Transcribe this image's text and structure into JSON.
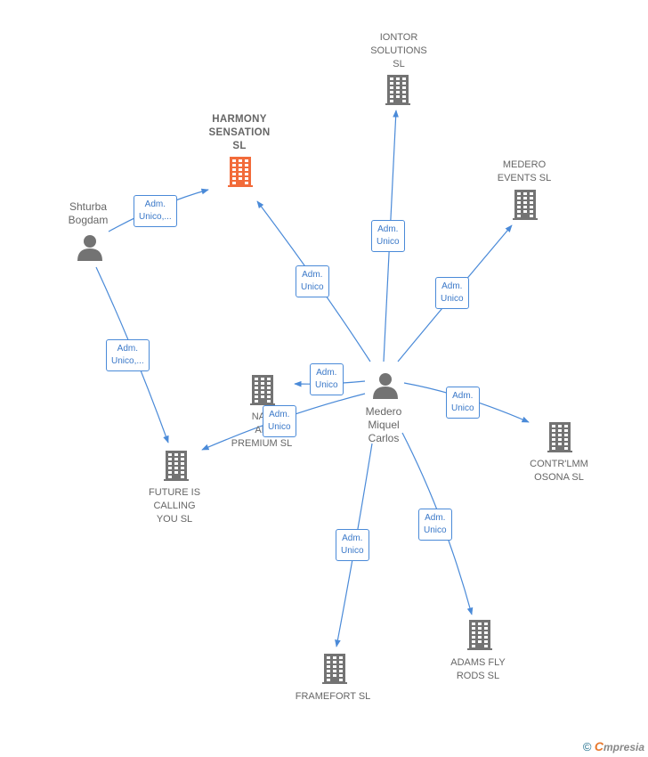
{
  "colors": {
    "edge": "#4a8ad8",
    "building": "#737373",
    "building_highlight": "#f26b3a",
    "person": "#737373"
  },
  "nodes": {
    "iontor": {
      "label": "IONTOR\nSOLUTIONS\nSL",
      "icon": "building-icon"
    },
    "harmony": {
      "label": "HARMONY\nSENSATION\nSL",
      "icon": "building-icon"
    },
    "medero_events": {
      "label": "MEDERO\nEVENTS  SL",
      "icon": "building-icon"
    },
    "shturba": {
      "label": "Shturba\nBogdam",
      "icon": "person-icon"
    },
    "nas": {
      "label": "NAS\nAR\nPREMIUM  SL",
      "icon": "building-icon"
    },
    "medero_miquel": {
      "label": "Medero\nMiquel\nCarlos",
      "icon": "person-icon"
    },
    "contrlmm": {
      "label": "CONTR'LMM\nOSONA  SL",
      "icon": "building-icon"
    },
    "future": {
      "label": "FUTURE IS\nCALLING\nYOU  SL",
      "icon": "building-icon"
    },
    "adams": {
      "label": "ADAMS FLY\nRODS  SL",
      "icon": "building-icon"
    },
    "framefort": {
      "label": "FRAMEFORT SL",
      "icon": "building-icon"
    }
  },
  "edges": {
    "shturba_harmony": "Adm.\nUnico,...",
    "shturba_future": "Adm.\nUnico,...",
    "medero_harmony": "Adm.\nUnico",
    "medero_iontor": "Adm.\nUnico",
    "medero_events": "Adm.\nUnico",
    "medero_nas": "Adm.\nUnico",
    "medero_future": "Adm.\nUnico",
    "medero_contrlmm": "Adm.\nUnico",
    "medero_adams": "Adm.\nUnico",
    "medero_framefort": "Adm.\nUnico"
  },
  "footer": {
    "copyright": "©",
    "brand_first": "C",
    "brand_rest": "mpresia"
  }
}
